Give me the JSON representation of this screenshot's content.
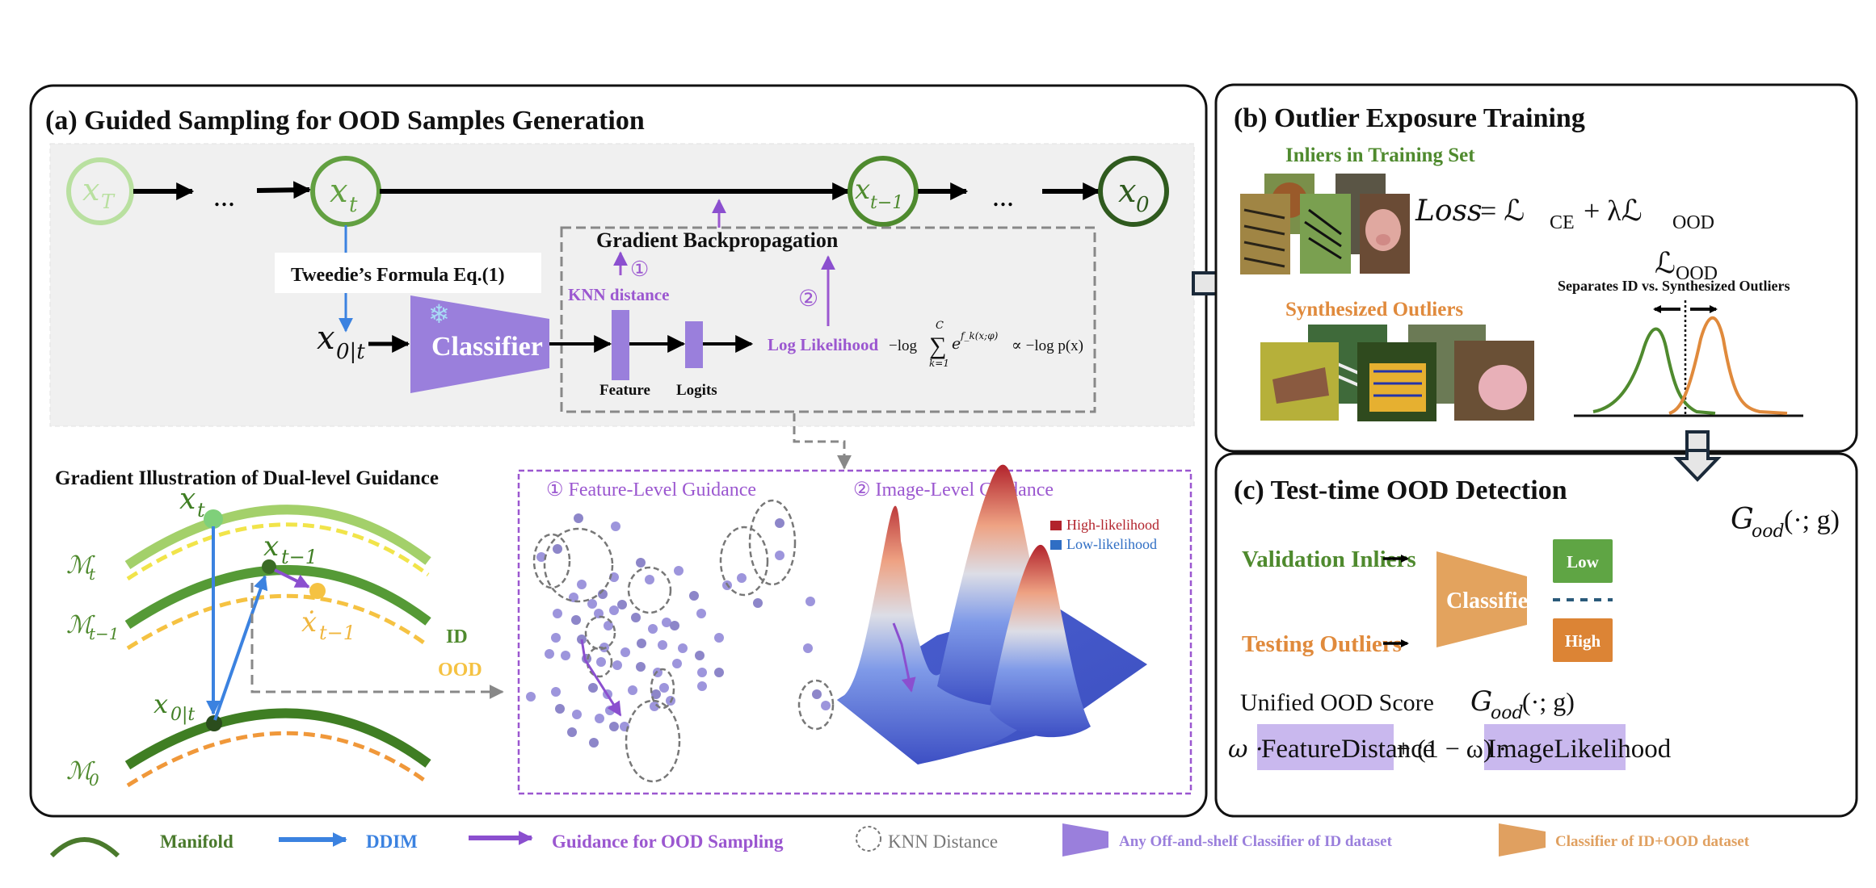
{
  "panel_a": {
    "title": "(a) Guided Sampling for OOD Samples Generation",
    "nodes": [
      {
        "label": "x",
        "sub": "T"
      },
      {
        "label": "x",
        "sub": "t"
      },
      {
        "label": "x",
        "sub": "t−1"
      },
      {
        "label": "x",
        "sub": "0"
      }
    ],
    "ellipsis": "...",
    "tweedie_label": "Tweedie’s Formula Eq.(1)",
    "x0t_label": "x",
    "x0t_sub": "0|t",
    "classifier_label": "Classifier",
    "snowflake": "❄",
    "grad_backprop_label": "Gradient Backpropagation",
    "circle_1": "①",
    "circle_2": "②",
    "knn_label": "KNN distance",
    "feature_label": "Feature",
    "logits_label": "Logits",
    "log_likelihood_label": "Log Likelihood",
    "log_likelihood_formula": "−log Σ e^{f_k(x;φ)} ∝ −log p(x)",
    "formula_parts": {
      "neglog": "−log",
      "sigma": "∑",
      "sum_top": "C",
      "sum_bottom": "k=1",
      "exp": "e",
      "exp_sup": "f_k(x;φ)",
      "prop": "∝ −log p(x)"
    },
    "gradient_illustration": {
      "title": "Gradient Illustration of Dual-level Guidance",
      "labels": {
        "xt": "x",
        "xt_sub": "t",
        "xt1": "x",
        "xt1_sub": "t−1",
        "xdot": "ẋ",
        "xdot_sub": "t−1",
        "x0t": "x",
        "x0t_sub": "0|t",
        "Mt": "ℳ",
        "Mt_sub": "t",
        "Mt1": "ℳ",
        "Mt1_sub": "t−1",
        "M0": "ℳ",
        "M0_sub": "0",
        "id": "ID",
        "ood": "OOD"
      }
    },
    "feature_guidance_title": "① Feature-Level Guidance",
    "image_guidance_title": "② Image-Level Guidance",
    "legend_high": "High-likelihood",
    "legend_low": "Low-likelihood"
  },
  "panel_b": {
    "title": "(b) Outlier Exposure Training",
    "inliers_label": "Inliers in Training Set",
    "outliers_label": "Synthesized Outliers",
    "loss_formula": "Loss = ℒCE + λℒOOD",
    "loss_parts": {
      "lhs": "Loss",
      "eq": "= ℒ",
      "ce": "CE",
      "plus": "+ λℒ",
      "ood": "OOD"
    },
    "lood_label": "ℒ",
    "lood_sub": "OOD",
    "separates_label": "Separates ID vs. Synthesized Outliers",
    "inlier_images": [
      "lion",
      "pig-background",
      "tiger",
      "zebra",
      "pig"
    ],
    "outlier_images": [
      "zebra",
      "rabbit",
      "wolf",
      "tiger",
      "pig"
    ]
  },
  "panel_c": {
    "title": "(c) Test-time OOD Detection",
    "validation_label": "Validation Inliers",
    "testing_label": "Testing Outliers",
    "classifier_label": "Classifier",
    "score_header": "G",
    "score_header_sub": "ood",
    "score_header_tail": "(·; g)",
    "low_label": "Low",
    "high_label": "High",
    "unified_label": "Unified OOD Score",
    "unified_G": "G",
    "unified_G_sub": "ood",
    "unified_G_tail": "(·; g)",
    "formula": {
      "omega_dot": "ω ·",
      "feature_distance": "FeatureDistance",
      "middle": "+ (1 − ω) ·",
      "image_likelihood": "ImageLikelihood"
    }
  },
  "legend": [
    {
      "label": "Manifold",
      "color": "#4a7a2c"
    },
    {
      "label": "DDIM",
      "color": "#3b82e0"
    },
    {
      "label": "Guidance for OOD Sampling",
      "color": "#8b4fcf"
    },
    {
      "label": "KNN Distance",
      "color": "#777777"
    },
    {
      "label": "Any Off-and-shelf Classifier of ID dataset",
      "color": "#9a7fdc"
    },
    {
      "label": "Classifier of ID+OOD dataset",
      "color": "#e0a060"
    }
  ],
  "colors": {
    "green_dark": "#2f5a1e",
    "green": "#4f8a2e",
    "green_light": "#a8d47a",
    "purple": "#9a7fdc",
    "purple_text": "#9b57d0",
    "orange": "#e08a3c",
    "blue": "#3b82e0",
    "yellow": "#f1e44a",
    "ood_yellow": "#f5c242"
  }
}
